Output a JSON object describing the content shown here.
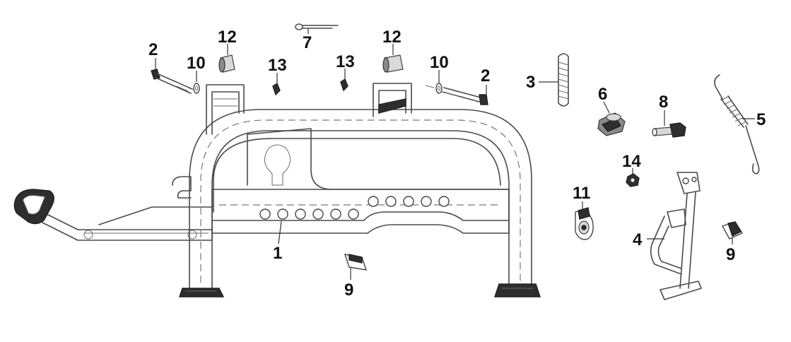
{
  "labels": {
    "main_stand": "1",
    "bolt_left": "2",
    "bolt_right": "2",
    "spring_small": "3",
    "side_stand": "4",
    "spring_long": "5",
    "nut_large": "6",
    "cotter_pin": "7",
    "pin": "8",
    "rubber_center": "9",
    "rubber_right": "9",
    "washer_left": "10",
    "washer_right": "10",
    "switch": "11",
    "bushing_left": "12",
    "bushing_right": "12",
    "clip_left": "13",
    "clip_right": "13",
    "nut_small": "14"
  },
  "colors": {
    "line": "#4a4a4a",
    "text": "#111111",
    "background": "#ffffff"
  }
}
